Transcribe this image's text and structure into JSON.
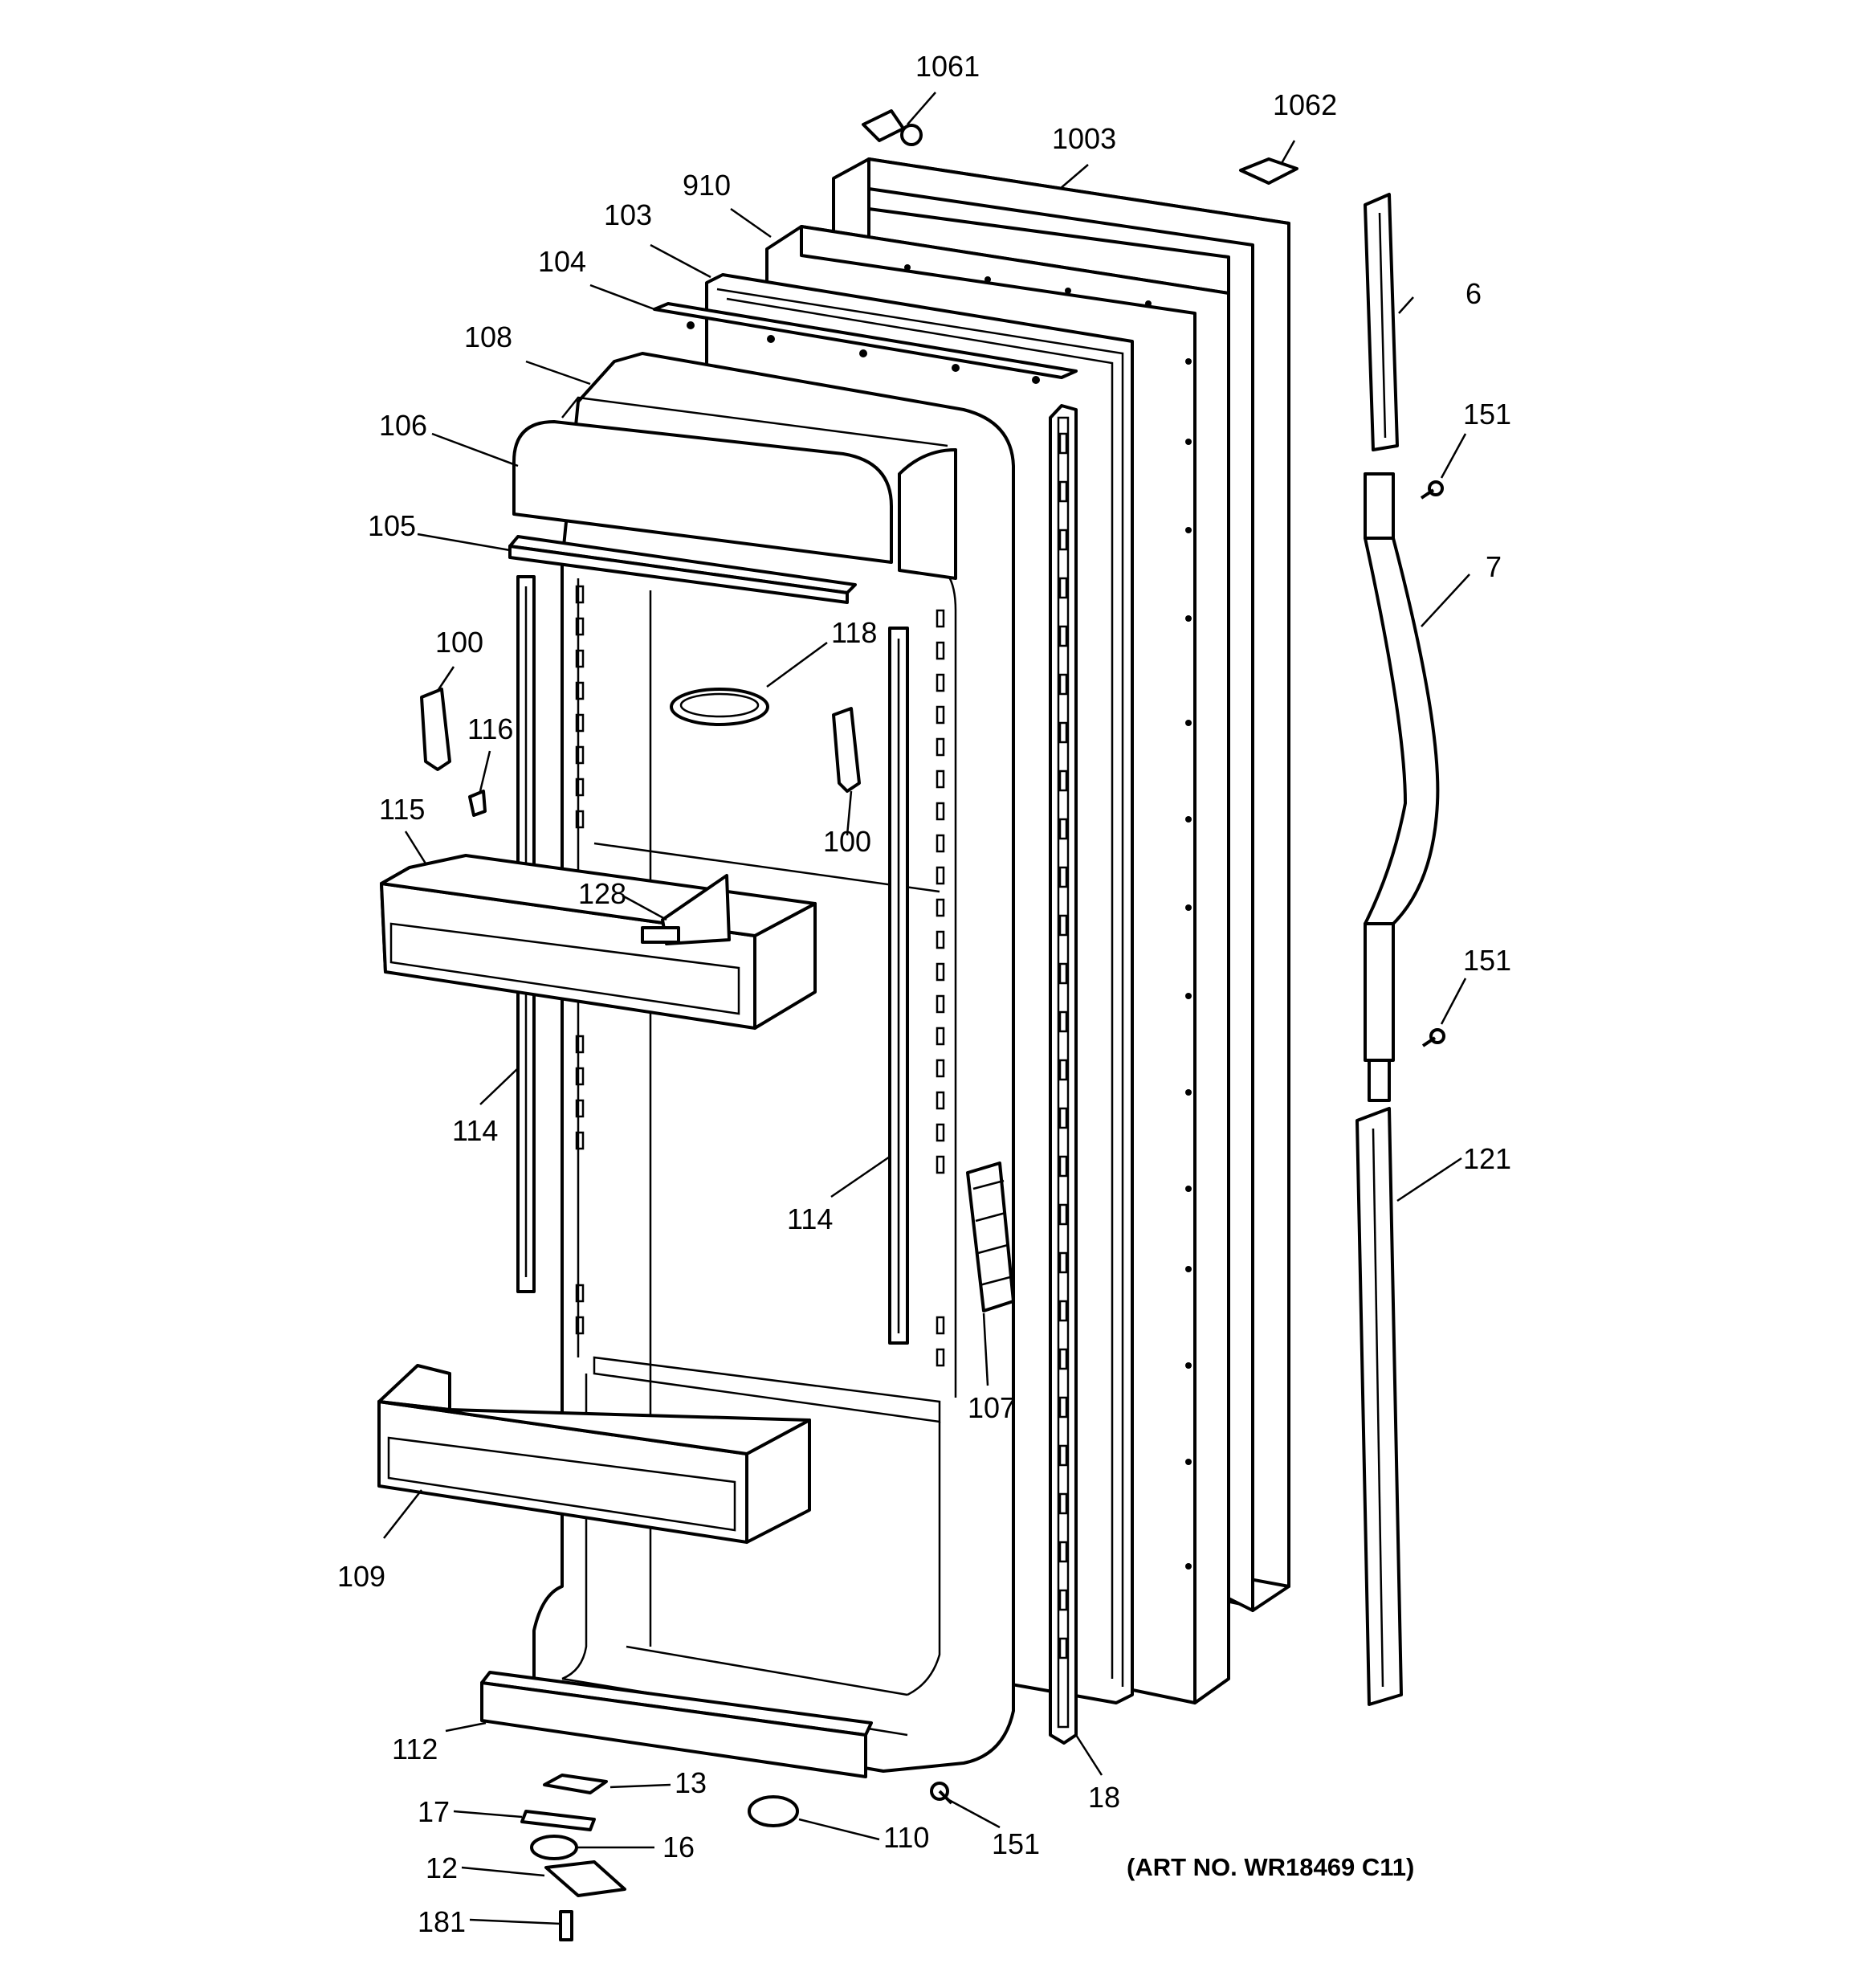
{
  "diagram": {
    "art_number": "(ART NO. WR18469 C11)",
    "part_labels": [
      "1061",
      "1062",
      "1003",
      "910",
      "103",
      "104",
      "108",
      "106",
      "105",
      "6",
      "151",
      "7",
      "151",
      "118",
      "100",
      "116",
      "100",
      "115",
      "128",
      "114",
      "114",
      "121",
      "107",
      "109",
      "112",
      "13",
      "17",
      "16",
      "12",
      "181",
      "110",
      "151",
      "18"
    ]
  }
}
